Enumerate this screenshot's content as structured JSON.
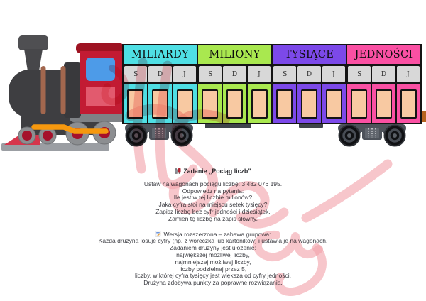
{
  "train": {
    "wagons": [
      {
        "label": "MILIARDY",
        "color": "#4fdfe4",
        "columns": [
          "S",
          "D",
          "J"
        ]
      },
      {
        "label": "MILIONY",
        "color": "#a9e84f",
        "columns": [
          "S",
          "D",
          "J"
        ]
      },
      {
        "label": "TYSIĄCE",
        "color": "#7c49e9",
        "columns": [
          "S",
          "D",
          "J"
        ]
      },
      {
        "label": "JEDNOŚCI",
        "color": "#fa50a3",
        "columns": [
          "S",
          "D",
          "J"
        ]
      }
    ],
    "colors": {
      "card": "#f8c9a2",
      "header_cell": "#d8d8d8",
      "loco_red": "#c21b33",
      "loco_red_dark": "#9e1322",
      "loco_panel": "#e25a6e",
      "window_blue": "#4d9be8",
      "rod_orange": "#f6980e",
      "pipe_brown": "#a2674e",
      "loco_dark": "#3e3e41",
      "wheel_gray": "#8c8e91",
      "wheel_hub": "#a5112b",
      "track_gray": "#9b9ea3",
      "bogie_gray": "#4d525a",
      "end_tab": "#b5631f"
    }
  },
  "task": {
    "icon": "steam-locomotive-emoji",
    "title": "Zadanie „Pociąg liczb”",
    "lines": [
      "Ustaw na wagonach pociągu liczbę: 3 482 076 195.",
      "Odpowiedz na pytania:",
      "Ile jest w tej liczbie milionów?",
      "Jaka cyfra stoi na miejscu setek tysięcy?",
      "Zapisz liczbę bez cyfr jedności i dziesiątek.",
      "Zamień tę liczbę na zapis słowny."
    ]
  },
  "extended": {
    "icon": "memo-emoji",
    "title": "Wersja rozszerzona – zabawa grupowa:",
    "lines": [
      "Każda drużyna losuje cyfry (np. z woreczka lub kartoników) i ustawia je na wagonach.",
      "Zadaniem drużyny jest ułożenie:",
      "największej możliwej liczby,",
      "najmniejszej możliwej liczby,",
      "liczby podzielnej przez 5,",
      "liczby, w której cyfra tysięcy jest większa od cyfry jedności.",
      "Drużyna zdobywa punkty za poprawne rozwiązania."
    ]
  },
  "watermark": {
    "color": "#ef8a95"
  }
}
